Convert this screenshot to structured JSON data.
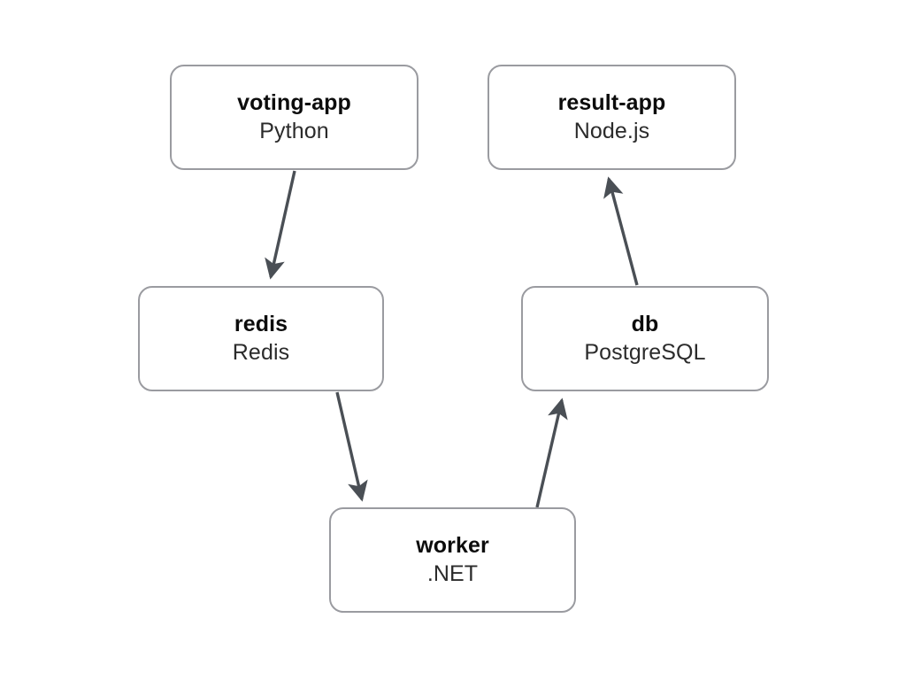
{
  "diagram": {
    "type": "architecture-flow",
    "background_color": "#ffffff",
    "node_border_color": "#9a9ba0",
    "edge_color": "#4a4f55",
    "nodes": [
      {
        "id": "voting-app",
        "title": "voting-app",
        "subtitle": "Python"
      },
      {
        "id": "result-app",
        "title": "result-app",
        "subtitle": "Node.js"
      },
      {
        "id": "redis",
        "title": "redis",
        "subtitle": "Redis"
      },
      {
        "id": "db",
        "title": "db",
        "subtitle": "PostgreSQL"
      },
      {
        "id": "worker",
        "title": "worker",
        "subtitle": ".NET"
      }
    ],
    "edges": [
      {
        "id": "voting-app-to-redis",
        "from": "voting-app",
        "to": "redis"
      },
      {
        "id": "redis-to-worker",
        "from": "redis",
        "to": "worker"
      },
      {
        "id": "worker-to-db",
        "from": "worker",
        "to": "db"
      },
      {
        "id": "db-to-result-app",
        "from": "db",
        "to": "result-app"
      }
    ]
  }
}
